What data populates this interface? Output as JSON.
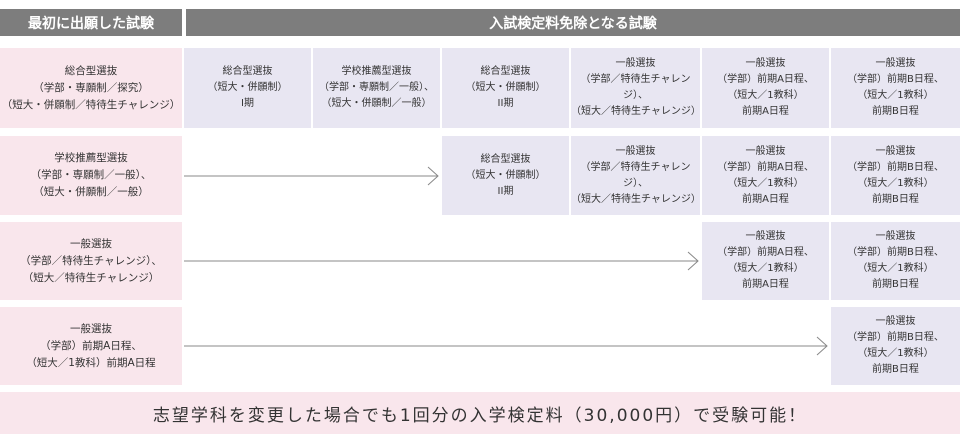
{
  "header": {
    "left_title": "最初に出願した試験",
    "right_title": "入試検定料免除となる試験"
  },
  "rows": [
    {
      "label": "総合型選抜\n（学部・専願制／探究）\n（短大・併願制／特待生チャレンジ）",
      "cells": [
        "総合型選抜\n（短大・併願制）\nI期",
        "学校推薦型選抜\n（学部・専願制／一般）、\n（短大・併願制／一般）",
        "総合型選抜\n（短大・併願制）\nII期",
        "一般選抜\n（学部／特待生チャレンジ）、\n（短大／特待生チャレンジ）",
        "一般選抜\n（学部）前期A日程、\n（短大／1教科）\n前期A日程",
        "一般選抜\n（学部）前期B日程、\n（短大／1教科）\n前期B日程"
      ]
    },
    {
      "label": "学校推薦型選抜\n（学部・専願制／一般）、\n（短大・併願制／一般）",
      "cells": [
        "総合型選抜\n（短大・併願制）\nII期",
        "一般選抜\n（学部／特待生チャレンジ）、\n（短大／特待生チャレンジ）",
        "一般選抜\n（学部）前期A日程、\n（短大／1教科）\n前期A日程",
        "一般選抜\n（学部）前期B日程、\n（短大／1教科）\n前期B日程"
      ]
    },
    {
      "label": "一般選抜\n（学部／特待生チャレンジ）、\n（短大／特待生チャレンジ）",
      "cells": [
        "一般選抜\n（学部）前期A日程、\n（短大／1教科）\n前期A日程",
        "一般選抜\n（学部）前期B日程、\n（短大／1教科）\n前期B日程"
      ]
    },
    {
      "label": "一般選抜\n（学部）前期A日程、\n（短大／1教科）前期A日程",
      "cells": [
        "一般選抜\n（学部）前期B日程、\n（短大／1教科）\n前期B日程"
      ]
    }
  ],
  "footer": {
    "text": "志望学科を変更した場合でも1回分の入学検定料（30,000円）で受験可能！"
  },
  "colors": {
    "header_bg": "#7d7d7d",
    "label_bg": "#f9e6ec",
    "cell_bg": "#e8e6f2",
    "arrow": "#888888"
  }
}
